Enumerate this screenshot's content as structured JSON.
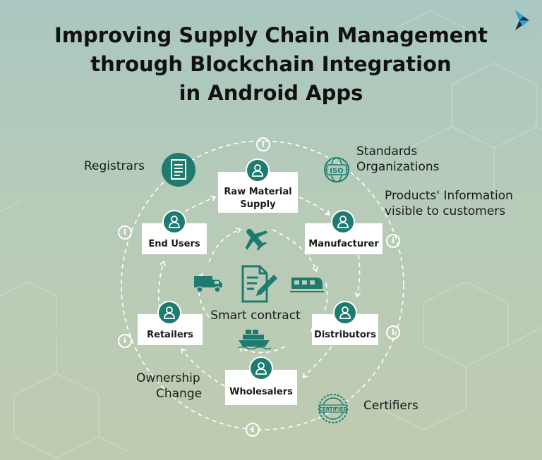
{
  "title": {
    "line1": "Improving Supply Chain Management",
    "line2": "through Blockchain Integration",
    "line3": "in Android Apps"
  },
  "labels": {
    "registrars": "Registrars",
    "standards_line1": "Standards",
    "standards_line2": "Organizations",
    "products_line1": "Products' Information",
    "products_line2": "visible to customers",
    "ownership_line1": "Ownership",
    "ownership_line2": "Change",
    "certifiers": "Certifiers",
    "certified_stamp": "CERTIFIED",
    "iso_stamp": "ISO"
  },
  "nodes": {
    "raw_material_line1": "Raw Material",
    "raw_material_line2": "Supply",
    "manufacturer": "Manufacturer",
    "distributors": "Distributors",
    "wholesalers": "Wholesalers",
    "retailers": "Retailers",
    "end_users": "End Users"
  },
  "center": {
    "label": "Smart contract"
  },
  "info_glyph": "i",
  "icons": {
    "brand": "brand-logo-icon",
    "registrars": "document-list-icon",
    "standards": "iso-globe-icon",
    "certifiers": "certified-badge-icon",
    "node_person": "person-icon",
    "plane": "airplane-icon",
    "truck": "truck-icon",
    "train": "train-icon",
    "ship": "ship-icon",
    "contract": "contract-pen-icon"
  },
  "colors": {
    "teal": "#1d7b70",
    "node_bg": "#ffffff",
    "text": "#1b1b1b",
    "brand_dark": "#1c2b3a",
    "brand_blue": "#2aa3d9"
  }
}
